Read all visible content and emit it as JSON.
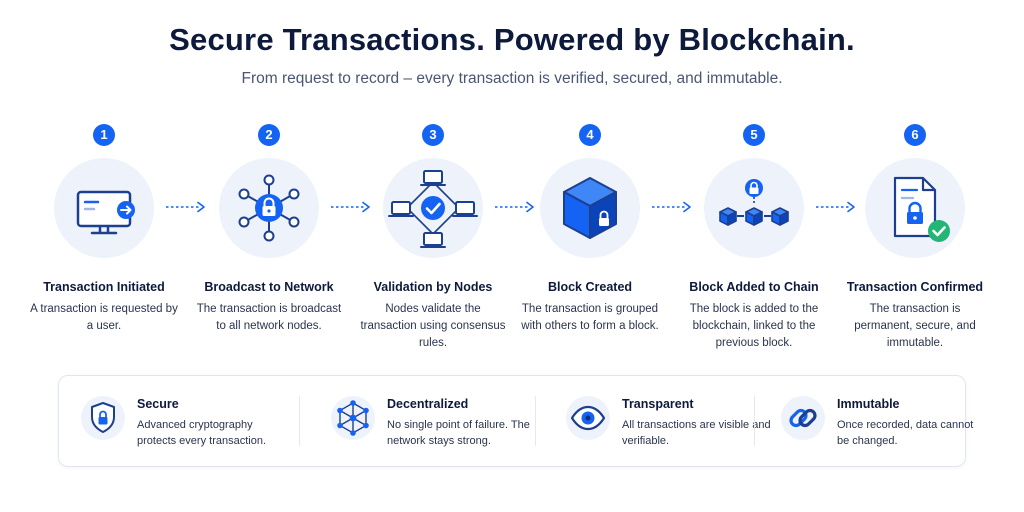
{
  "header": {
    "title": "Secure Transactions. Powered by Blockchain.",
    "subtitle": "From request to record – every transaction is verified, secured, and immutable."
  },
  "steps": [
    {
      "number": "1",
      "title": "Transaction Initiated",
      "description": "A transaction is requested by a user.",
      "icon": "monitor-icon"
    },
    {
      "number": "2",
      "title": "Broadcast to Network",
      "description": "The transaction is broadcast to all network nodes.",
      "icon": "network-lock-icon"
    },
    {
      "number": "3",
      "title": "Validation by Nodes",
      "description": "Nodes validate the transaction using consensus rules.",
      "icon": "validation-icon"
    },
    {
      "number": "4",
      "title": "Block Created",
      "description": "The transaction is grouped with others to form a block.",
      "icon": "block-cube-icon"
    },
    {
      "number": "5",
      "title": "Block Added to Chain",
      "description": "The block is added to the blockchain, linked to the previous block.",
      "icon": "chain-icon"
    },
    {
      "number": "6",
      "title": "Transaction Confirmed",
      "description": "The transaction is permanent, secure, and immutable.",
      "icon": "confirmed-document-icon"
    }
  ],
  "features": [
    {
      "title": "Secure",
      "description": "Advanced cryptography protects every transaction.",
      "icon": "shield-lock-icon"
    },
    {
      "title": "Decentralized",
      "description": "No single point of failure. The network stays strong.",
      "icon": "decentralized-network-icon"
    },
    {
      "title": "Transparent",
      "description": "All transactions are visible and verifiable.",
      "icon": "eye-icon"
    },
    {
      "title": "Immutable",
      "description": "Once recorded, data cannot be changed.",
      "icon": "link-icon"
    }
  ],
  "colors": {
    "accent": "#1463f3",
    "icon_dark": "#1d3f8f",
    "circle_bg": "#eef3fb",
    "success": "#22b573",
    "title": "#0e1a3c"
  }
}
